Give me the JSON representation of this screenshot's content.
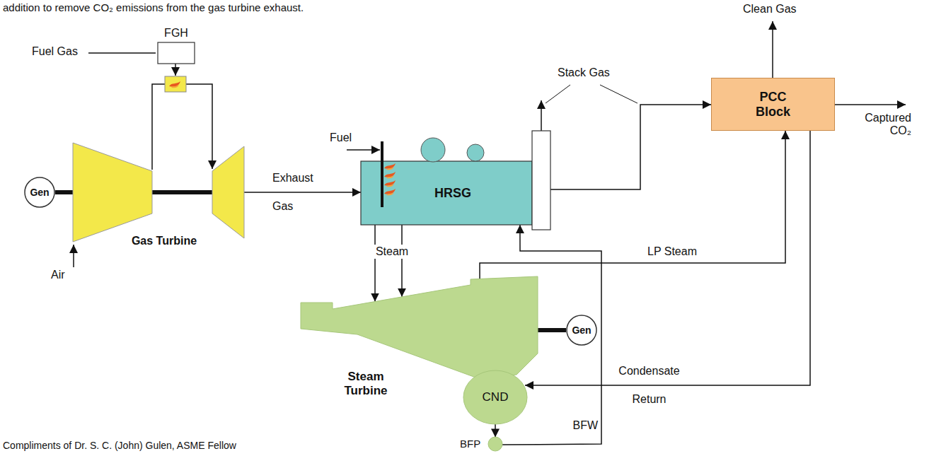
{
  "diagram": {
    "nodes": [
      {
        "text": [
          "FGH"
        ]
      },
      {
        "text": [
          "Gas Turbine"
        ]
      },
      {
        "text": [
          "Gen"
        ]
      },
      {
        "text": [
          "HRSG"
        ]
      },
      {
        "text": [
          "PCC Block"
        ]
      },
      {
        "text": [
          "Steam Turbine"
        ]
      },
      {
        "text": [
          "CND"
        ],
        "in": 5
      },
      {
        "text": [
          "Gen"
        ]
      },
      {
        "text": [
          "BFP"
        ]
      }
    ],
    "edges": [
      {
        "from": 1,
        "to": 3,
        "label": "Exhaust Gas",
        "arrow": "to"
      },
      {
        "from": 3,
        "to": 5,
        "label": "Steam",
        "arrow": "to"
      },
      {
        "from": 3,
        "to": 5,
        "arrow": "to"
      },
      {
        "from": 3,
        "to": 4,
        "arrow": "to"
      },
      {
        "from": 5,
        "to": 4,
        "label": "LP Steam",
        "arrow": "to"
      },
      {
        "from": 4,
        "to": 6,
        "label": "Condensate Return",
        "arrow": "to"
      },
      {
        "from": 6,
        "to": 8,
        "arrow": "to"
      },
      {
        "from": 8,
        "to": 3,
        "label": "BFW",
        "arrow": "to"
      },
      {
        "from": 2,
        "to": 1,
        "arrow": "none"
      },
      {
        "from": 7,
        "to": 5,
        "arrow": "none"
      }
    ],
    "labels": [
      "addition to remove CO₂ emissions from the gas turbine exhaust.",
      "Fuel Gas",
      "Air",
      "Fuel",
      "Stack Gas",
      "Clean Gas",
      "Captured CO₂",
      "Compliments of Dr. S. C. (John) Gulen, ASME Fellow"
    ]
  }
}
